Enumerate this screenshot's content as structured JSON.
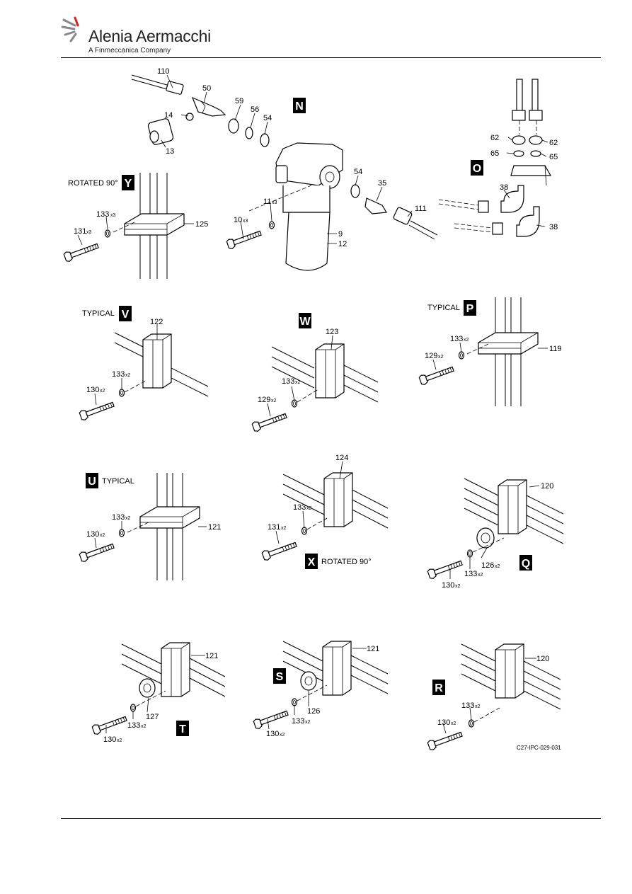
{
  "header": {
    "brand": "Alenia Aermacchi",
    "tagline": "A Finmeccanica Company"
  },
  "figure_ref": "C27-IPC-029-031",
  "views": {
    "N": {
      "badge": "N"
    },
    "O": {
      "badge": "O"
    },
    "Y": {
      "badge": "Y",
      "caption": "ROTATED 90°"
    },
    "V": {
      "badge": "V",
      "caption": "TYPICAL"
    },
    "W": {
      "badge": "W"
    },
    "P": {
      "badge": "P",
      "caption": "TYPICAL"
    },
    "U": {
      "badge": "U",
      "caption": "TYPICAL"
    },
    "X": {
      "badge": "X",
      "caption": "ROTATED 90°"
    },
    "Q": {
      "badge": "Q"
    },
    "T": {
      "badge": "T"
    },
    "S": {
      "badge": "S"
    },
    "R": {
      "badge": "R"
    }
  },
  "callouts": {
    "n110": "110",
    "n50": "50",
    "n59": "59",
    "n56": "56",
    "n54a": "54",
    "n14": "14",
    "n13": "13",
    "n54b": "54",
    "n35": "35",
    "n111": "111",
    "n11": "11",
    "n11q": "x3",
    "n10": "10",
    "n10q": "x3",
    "n9": "9",
    "n12": "12",
    "o62a": "62",
    "o62b": "62",
    "o65a": "65",
    "o65b": "65",
    "o38a": "38",
    "o38b": "38",
    "y133": "133",
    "y133q": "x3",
    "y131": "131",
    "y131q": "x3",
    "y125": "125",
    "v122": "122",
    "v133": "133",
    "v133q": "x2",
    "v130": "130",
    "v130q": "x2",
    "w123": "123",
    "w133": "133",
    "w133q": "x2",
    "w129": "129",
    "w129q": "x2",
    "p133": "133",
    "p133q": "x2",
    "p129": "129",
    "p129q": "x2",
    "p119": "119",
    "u133": "133",
    "u133q": "x2",
    "u130": "130",
    "u130q": "x2",
    "u121": "121",
    "x124": "124",
    "x133": "133",
    "x133q": "x2",
    "x131": "131",
    "x131q": "x2",
    "q120": "120",
    "q126": "126",
    "q126q": "x2",
    "q133": "133",
    "q133q": "x2",
    "q130": "130",
    "q130q": "x2",
    "t121": "121",
    "t127": "127",
    "t133": "133",
    "t133q": "x2",
    "t130": "130",
    "t130q": "x2",
    "s121": "121",
    "s126": "126",
    "s133": "133",
    "s133q": "x2",
    "s130": "130",
    "s130q": "x2",
    "r120": "120",
    "r133": "133",
    "r133q": "x2",
    "r130": "130",
    "r130q": "x2"
  }
}
